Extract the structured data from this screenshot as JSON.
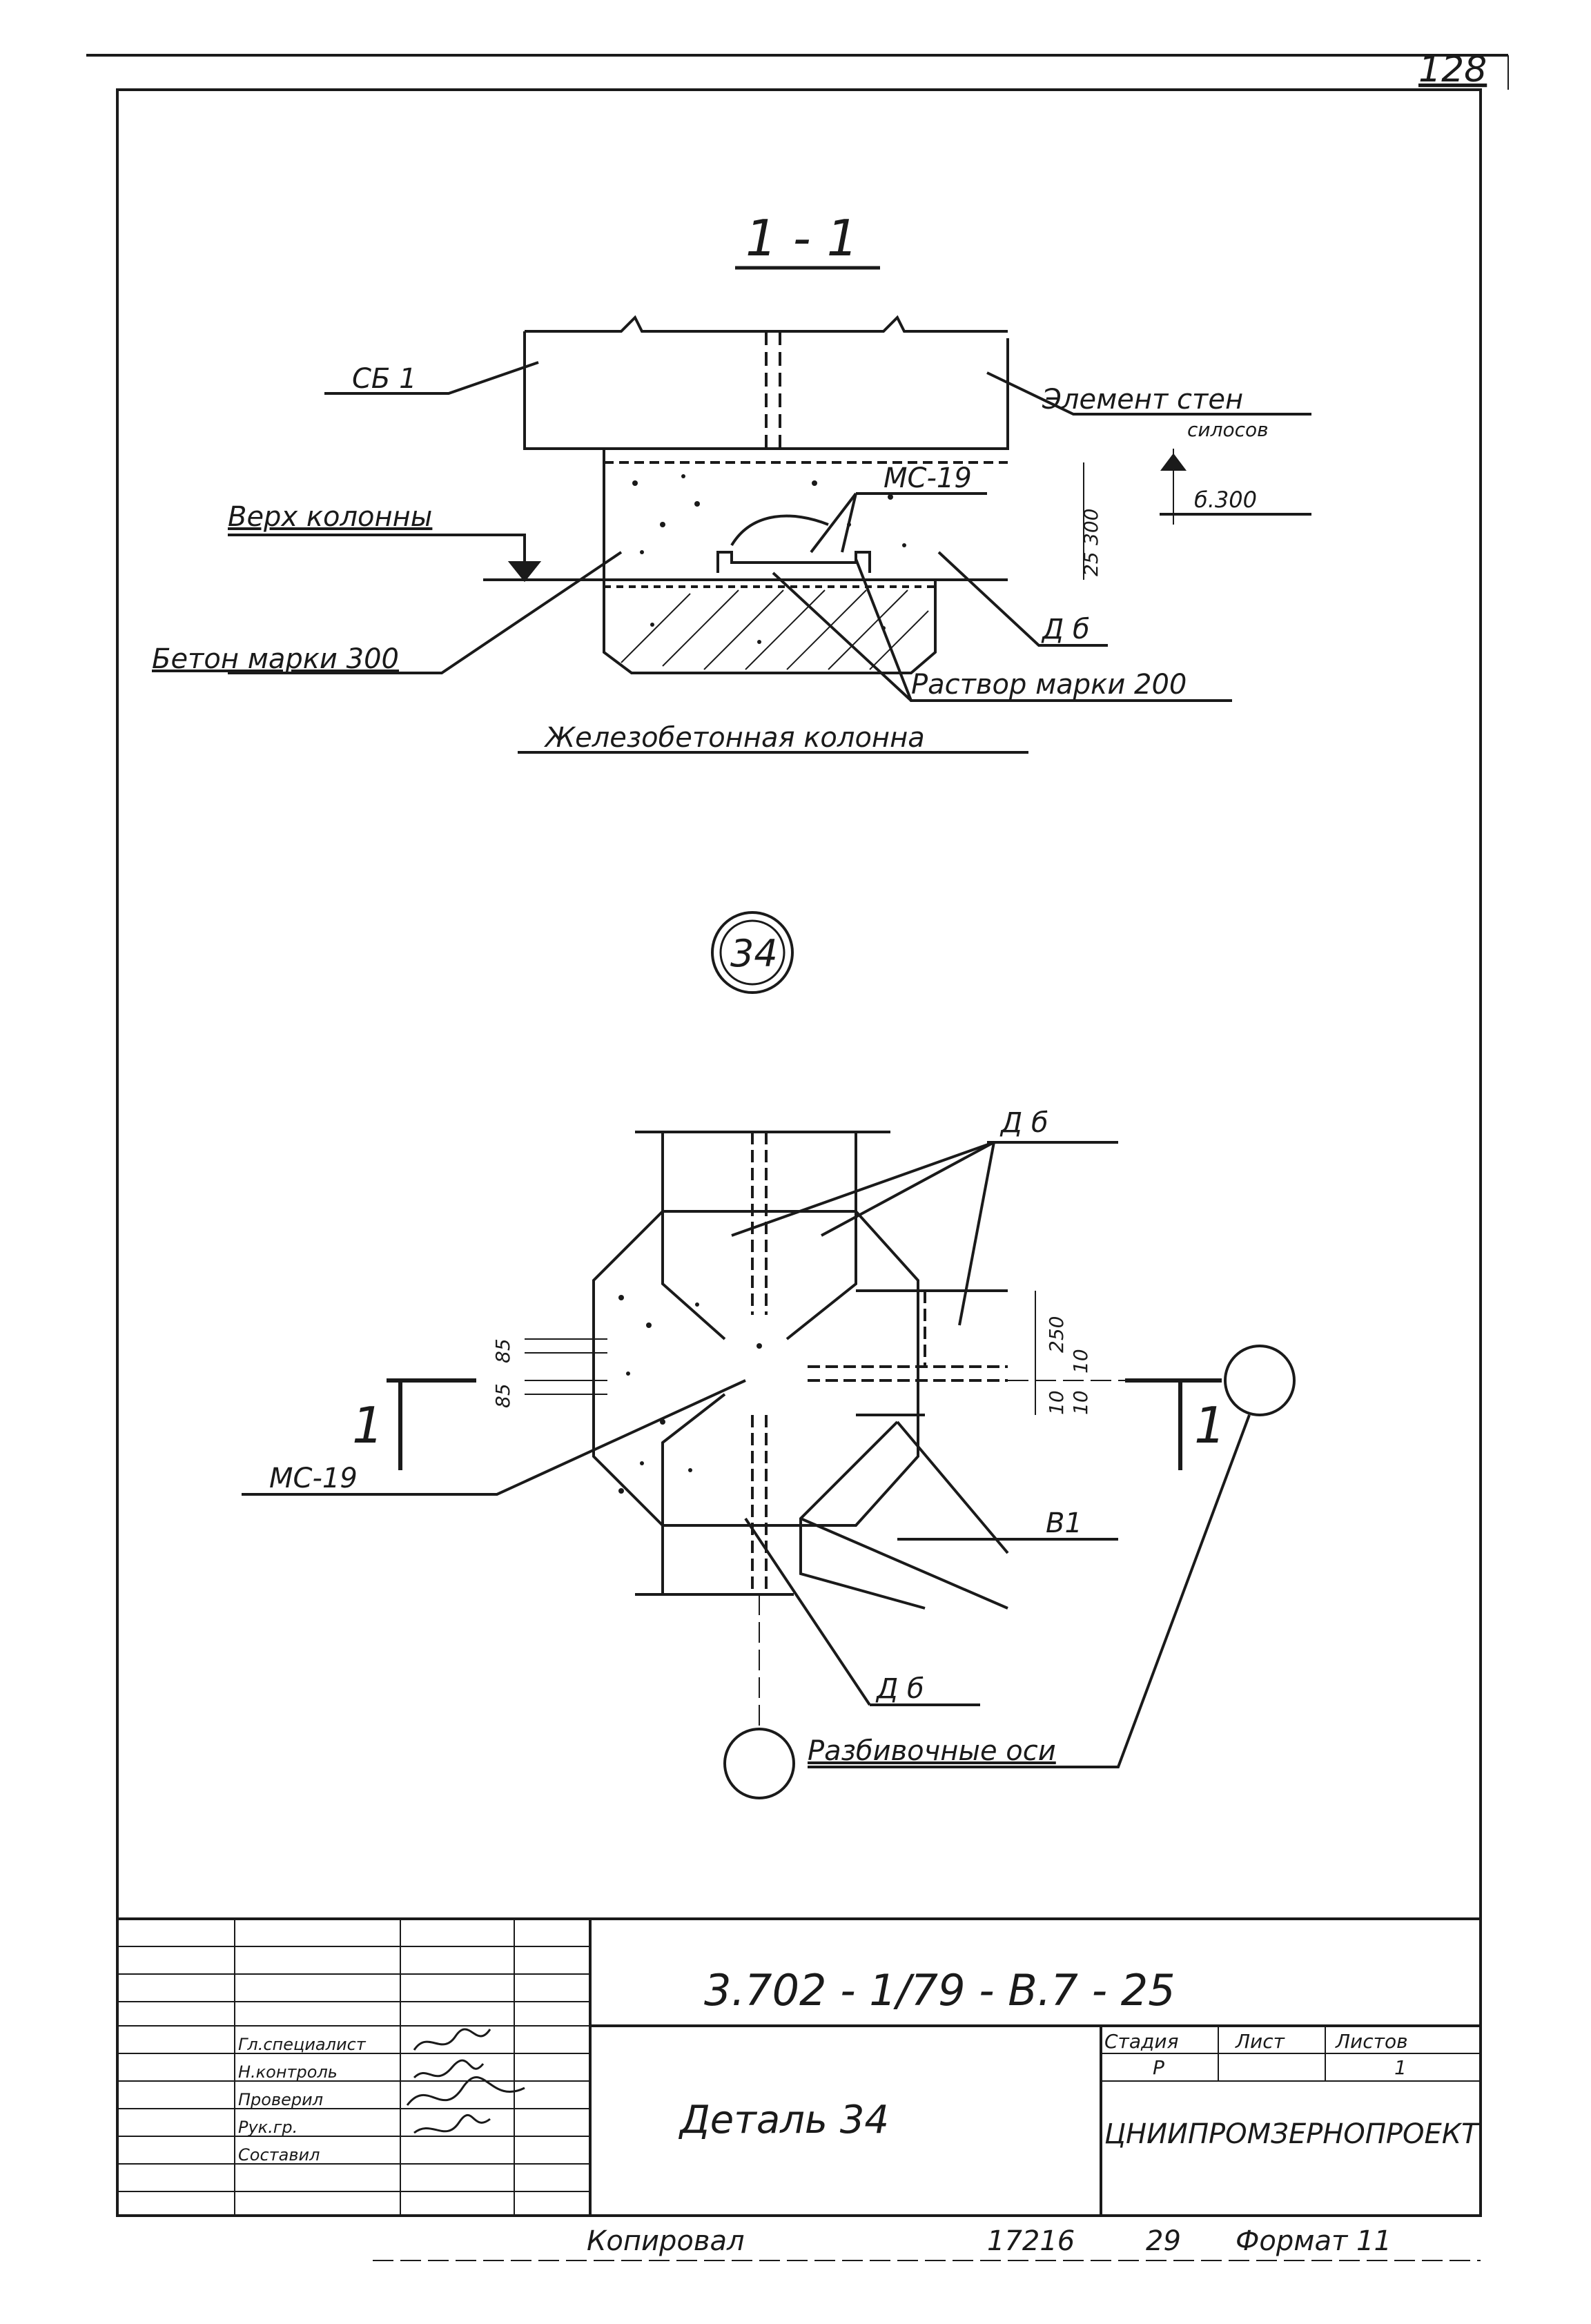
{
  "sheet_number": "128",
  "section_title": "1 - 1",
  "section": {
    "label_sb": "СБ 1",
    "label_wall_element": "Элемент стен",
    "label_wall_element_2": "силосов",
    "label_mark": "МС-19",
    "label_column_top": "Верх колонны",
    "label_concrete": "Бетон марки 300",
    "label_db": "Д б",
    "label_mortar": "Раствор марки 200",
    "label_column": "Железобетонная колонна",
    "dim_300": "300",
    "dim_25": "25",
    "elev": "б.300"
  },
  "detail_number": "34",
  "plan": {
    "label_db_top": "Д б",
    "label_db_bottom": "Д б",
    "label_mark": "МС-19",
    "label_b1": "В1",
    "label_axes": "Разбивочные оси",
    "cut_left": "1",
    "cut_right": "1",
    "dim_250": "250",
    "dim_10a": "10",
    "dim_10b": "10",
    "dim_10c": "10",
    "dim_85": "85",
    "dim_85b": "85"
  },
  "title_block": {
    "doc_code": "3.702 - 1/79 - В.7 - 25",
    "title": "Деталь 34",
    "stage_header": "Стадия",
    "sheet_header": "Лист",
    "sheets_header": "Листов",
    "stage_value": "Р",
    "sheets_value": "1",
    "organization": "ЦНИИПРОМЗЕРНОПРОЕКТ",
    "role_1": "Гл.специалист",
    "role_2": "Н.контроль",
    "role_3": "Проверил",
    "role_4": "Рук.гр.",
    "role_5": "Составил"
  },
  "footer": {
    "copied": "Копировал",
    "number": "17216",
    "page": "29",
    "format": "Формат 11"
  }
}
